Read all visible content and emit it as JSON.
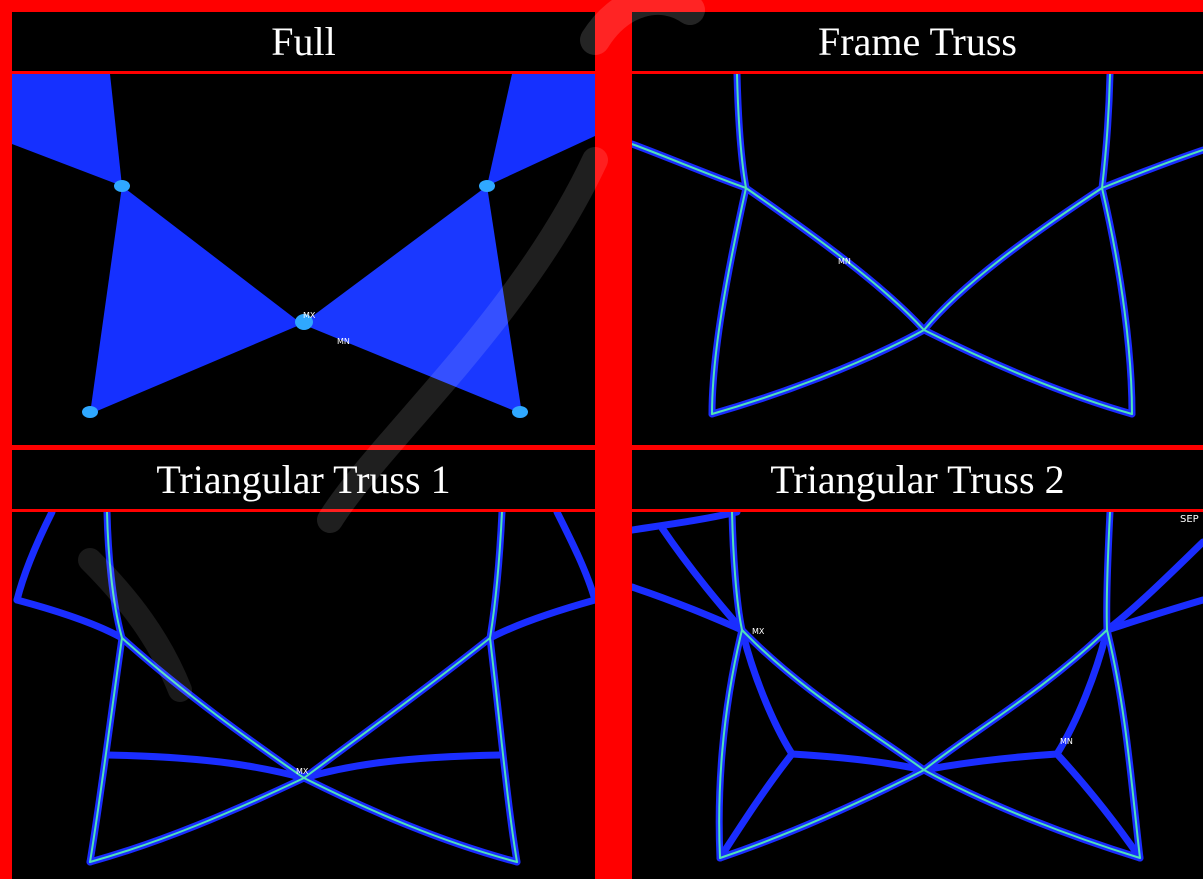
{
  "colors": {
    "border": "#ff0000",
    "background": "#000000",
    "solid_fill": "#1530ff",
    "member_low": "#1a2dff",
    "member_mid": "#2fa8ff",
    "member_high": "#4fffb0",
    "title_text": "#ffffff"
  },
  "panels": [
    {
      "title": "Full",
      "labels": {
        "mx": "MX",
        "mn": "MN"
      }
    },
    {
      "title": "Frame Truss",
      "labels": {
        "mn": "MN"
      }
    },
    {
      "title": "Triangular Truss 1",
      "labels": {
        "mx": "MX"
      }
    },
    {
      "title": "Triangular Truss 2",
      "labels": {
        "mx": "MX",
        "mn": "MN",
        "corner": "SEP"
      }
    }
  ]
}
